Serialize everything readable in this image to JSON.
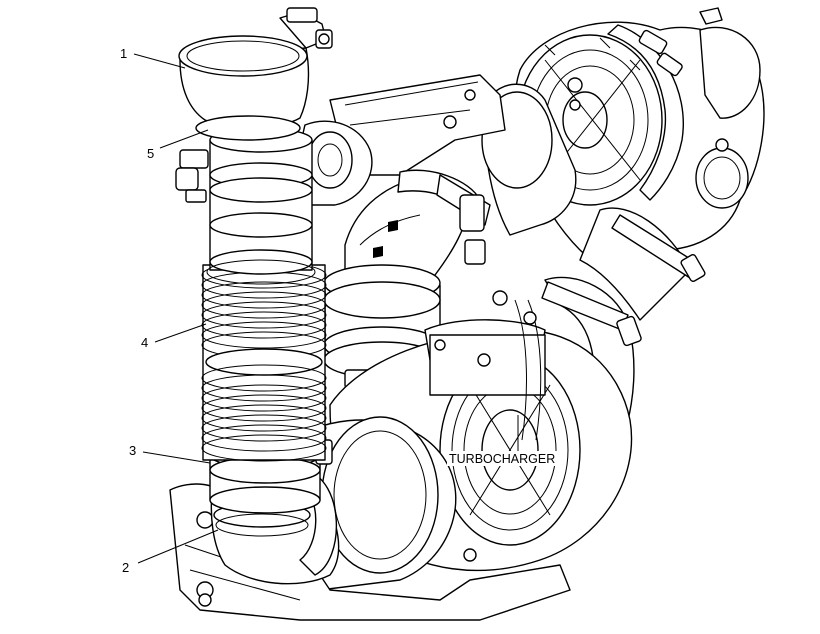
{
  "figure": {
    "callouts": [
      {
        "id": "c1",
        "number": "1"
      },
      {
        "id": "c2",
        "number": "2"
      },
      {
        "id": "c3",
        "number": "3"
      },
      {
        "id": "c4",
        "number": "4"
      },
      {
        "id": "c5",
        "number": "5"
      }
    ],
    "labels": {
      "turbocharger": "TURBOCHARGER"
    },
    "colors": {
      "line": "#000000",
      "background": "#ffffff"
    }
  }
}
